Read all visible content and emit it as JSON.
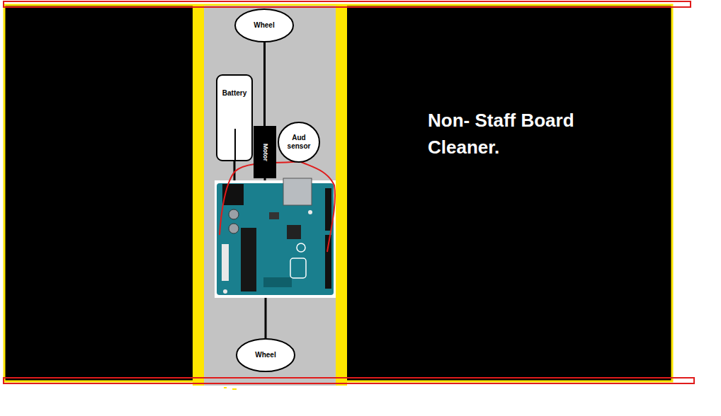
{
  "diagram": {
    "title": "Non- Staff Board Cleaner.",
    "nodes": [
      {
        "text": [
          "Wheel"
        ]
      },
      {
        "text": [
          "Battery"
        ]
      },
      {
        "text": [
          "Motor"
        ]
      },
      {
        "text": [
          "Aud sensor"
        ]
      },
      {
        "text": [
          "Wheel"
        ]
      }
    ],
    "edges": [
      {
        "from": 0,
        "to": 2,
        "arrow": "none"
      }
    ]
  }
}
